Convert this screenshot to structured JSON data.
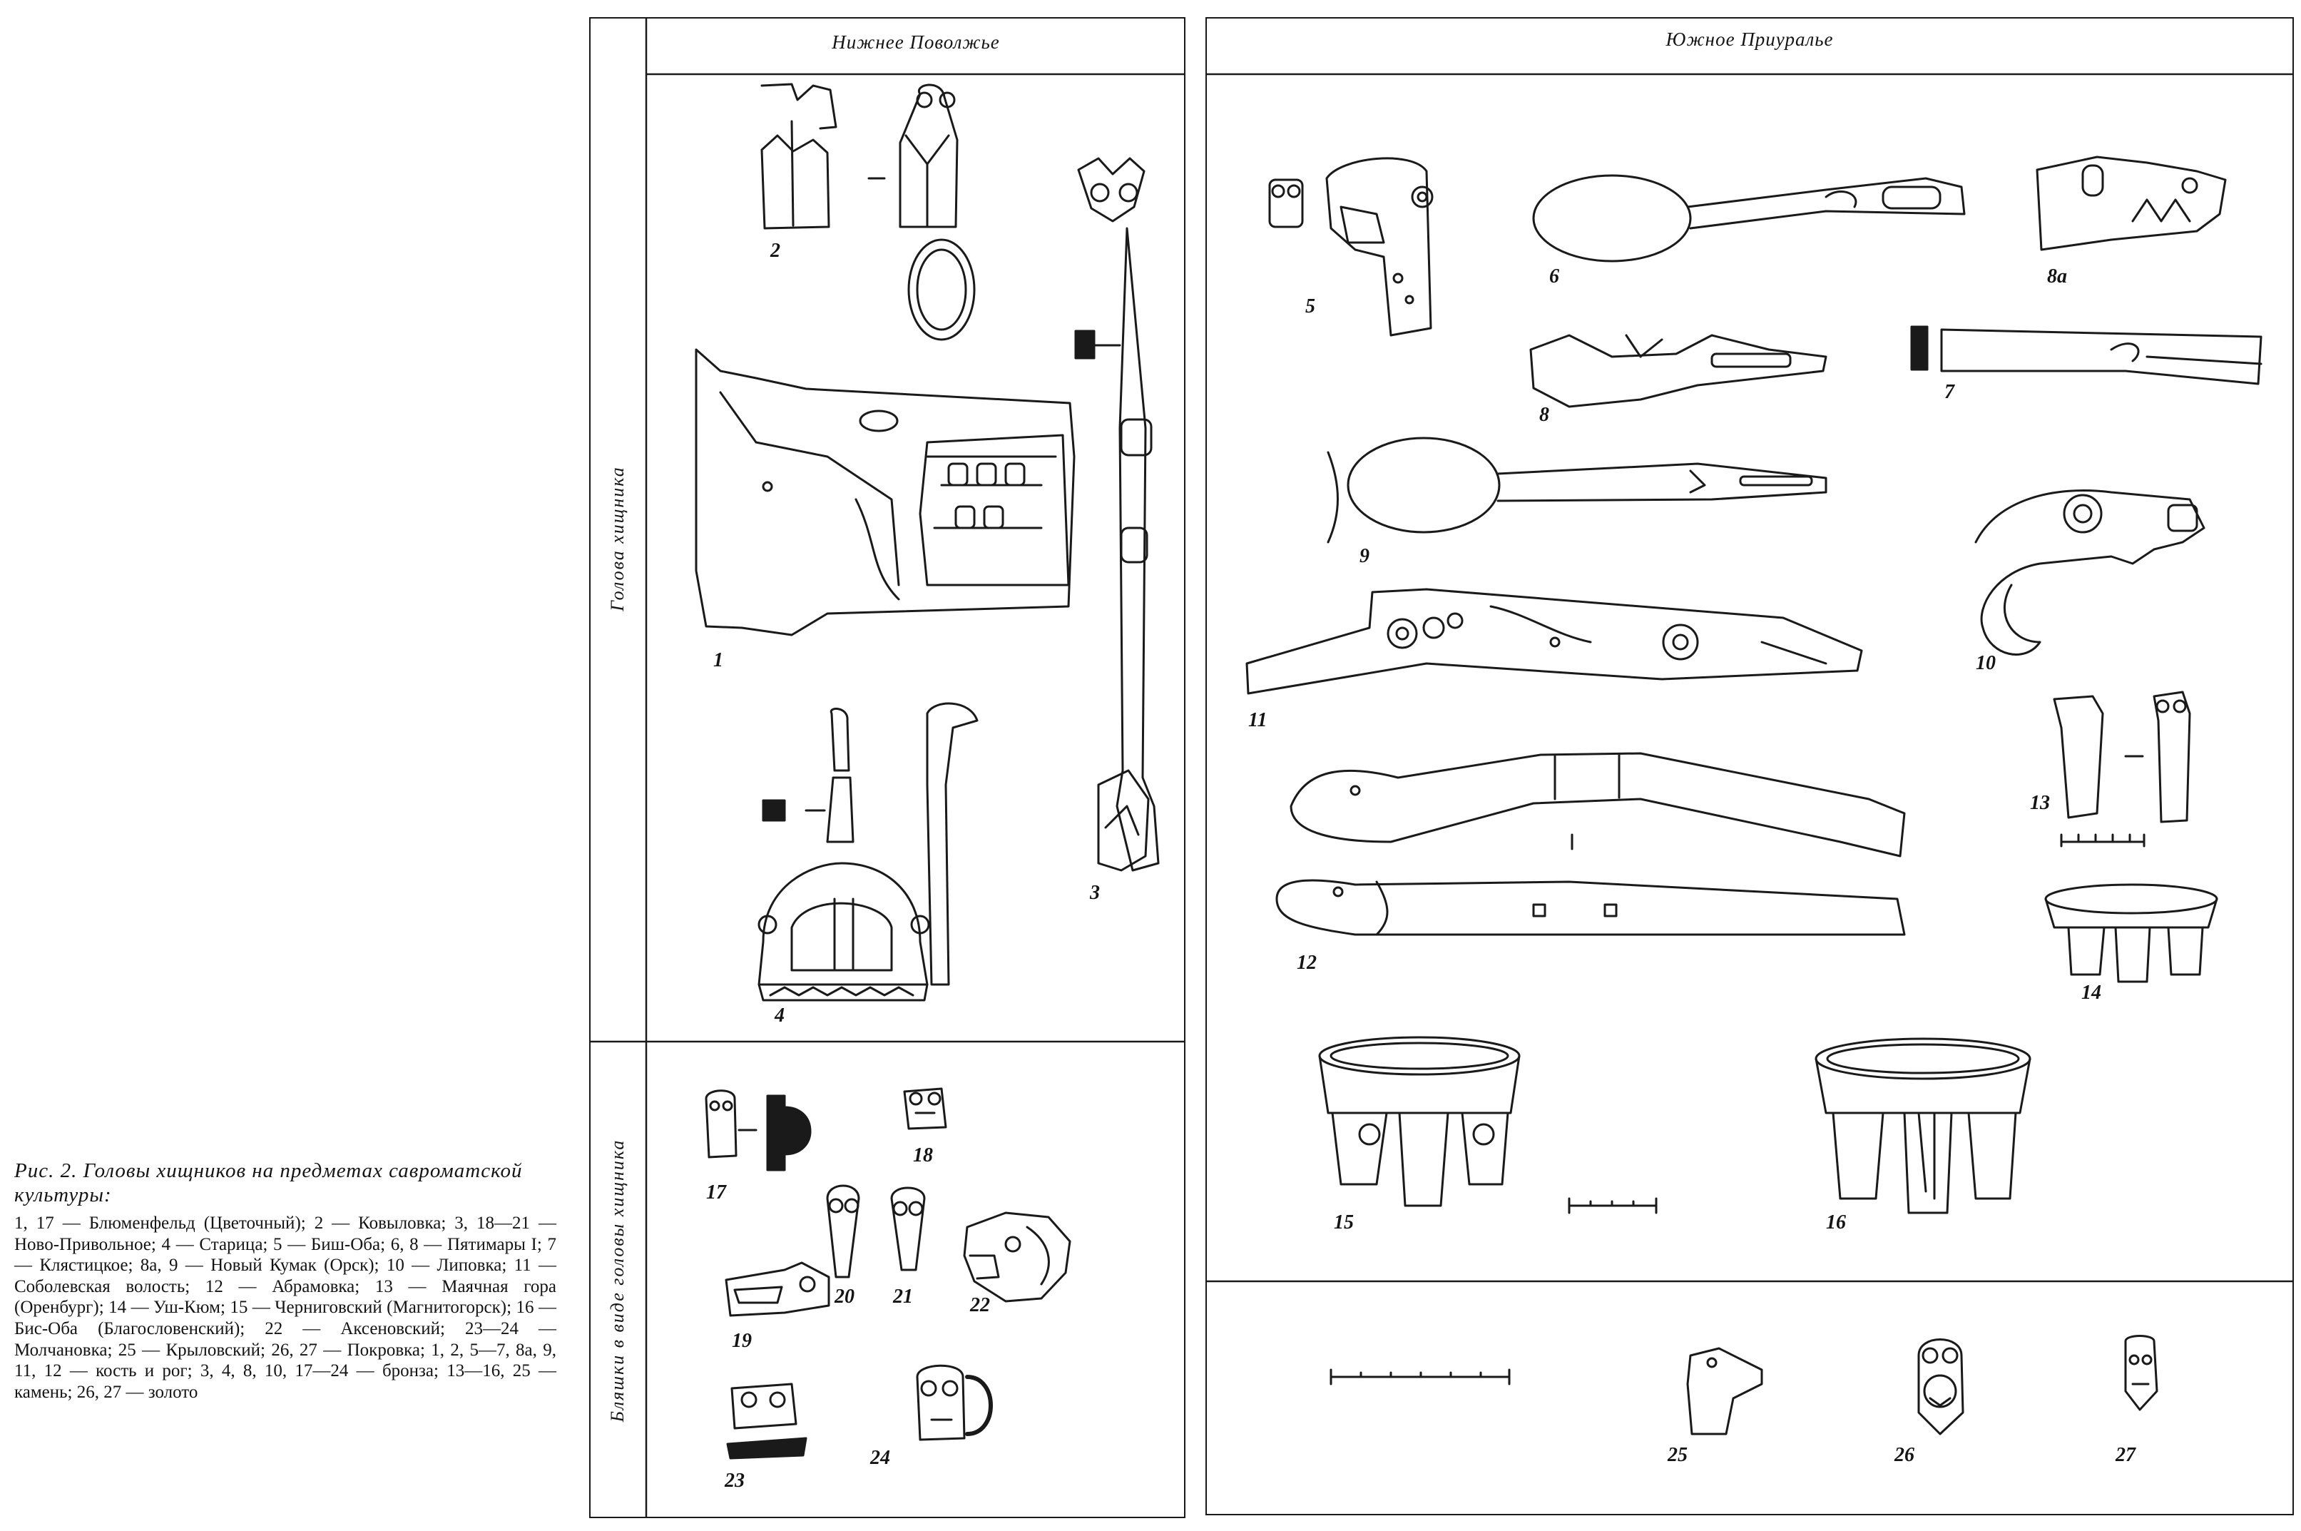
{
  "figure": {
    "title": "Рис. 2.  Головы  хищников  на  предметах савроматской культуры:",
    "legend": "1, 17 — Блюменфельд (Цветочный); 2 — Ковыловка; 3, 18—21 — Ново-Привольное; 4 — Старица; 5 — Биш-Оба; 6, 8 — Пятимары I; 7 — Клястицкое; 8а, 9 — Новый Кумак (Орск); 10 — Липовка; 11 — Соболевская волость; 12 — Абрамовка; 13 — Маячная гора (Оренбург); 14 — Уш-Кюм; 15 — Черниговский (Магнитогорск); 16 — Бис-Оба (Благословенский); 22 — Аксеновский; 23—24 — Молчановка; 25 — Крыловский; 26, 27 — Покровка; 1, 2, 5—7, 8а, 9, 11, 12 — кость и рог; 3, 4, 8, 10, 17—24 — бронза; 13—16, 25 — камень; 26, 27 — золото"
  },
  "table": {
    "left_header": "Нижнее Поволжье",
    "right_header": "Южное Приуралье",
    "row_label_top": "Голова хищника",
    "row_label_bottom": "Бляшки в виде головы хищника"
  },
  "item_numbers": {
    "n1": "1",
    "n2": "2",
    "n3": "3",
    "n4": "4",
    "n5": "5",
    "n6": "6",
    "n7": "7",
    "n8": "8",
    "n8a": "8а",
    "n9": "9",
    "n10": "10",
    "n11": "11",
    "n12": "12",
    "n13": "13",
    "n14": "14",
    "n15": "15",
    "n16": "16",
    "n17": "17",
    "n18": "18",
    "n19": "19",
    "n20": "20",
    "n21": "21",
    "n22": "22",
    "n23": "23",
    "n24": "24",
    "n25": "25",
    "n26": "26",
    "n27": "27"
  }
}
